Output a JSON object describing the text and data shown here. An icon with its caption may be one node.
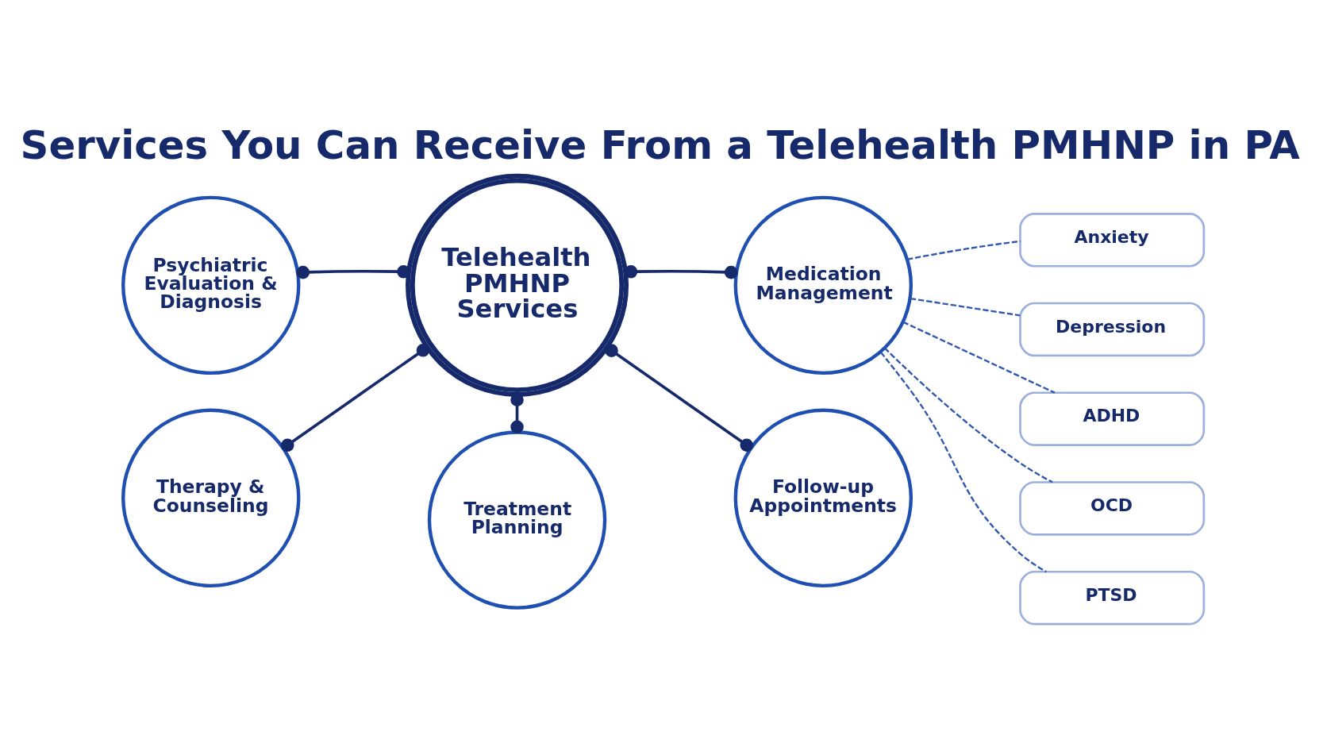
{
  "diagram": {
    "title": "Services You Can Receive From a Telehealth PMHNP in PA",
    "nodes": [
      {
        "text": [
          "Psychiatric Evaluation & Diagnosis"
        ]
      },
      {
        "text": [
          "Telehealth PMHNP Services"
        ]
      },
      {
        "text": [
          "Medication Management"
        ]
      },
      {
        "text": [
          "Anxiety"
        ]
      },
      {
        "text": [
          "Depression"
        ]
      },
      {
        "text": [
          "ADHD"
        ]
      },
      {
        "text": [
          "OCD"
        ]
      },
      {
        "text": [
          "PTSD"
        ]
      },
      {
        "text": [
          "Therapy & Counseling"
        ]
      },
      {
        "text": [
          "Treatment Planning"
        ]
      },
      {
        "text": [
          "Follow-up Appointments"
        ]
      }
    ],
    "edges": [
      {
        "from": 1,
        "to": 0,
        "arrow": "other"
      },
      {
        "from": 1,
        "to": 2,
        "arrow": "other"
      },
      {
        "from": 2,
        "to": 3,
        "arrow": "none",
        "style": "dashed",
        "color": "#2f56b0"
      },
      {
        "from": 2,
        "to": 4,
        "arrow": "none",
        "style": "dashed",
        "color": "#2f56b0"
      },
      {
        "from": 2,
        "to": 5,
        "arrow": "none",
        "style": "dashed",
        "color": "#2f56b0"
      },
      {
        "from": 2,
        "to": 6,
        "arrow": "none",
        "style": "dashed",
        "color": "#2f56b0"
      },
      {
        "from": 2,
        "to": 7,
        "arrow": "none",
        "style": "dashed",
        "color": "#2f56b0"
      },
      {
        "from": 1,
        "to": 8,
        "arrow": "other"
      },
      {
        "from": 1,
        "to": 9,
        "arrow": "other"
      },
      {
        "from": 1,
        "to": 10,
        "arrow": "other"
      }
    ]
  }
}
